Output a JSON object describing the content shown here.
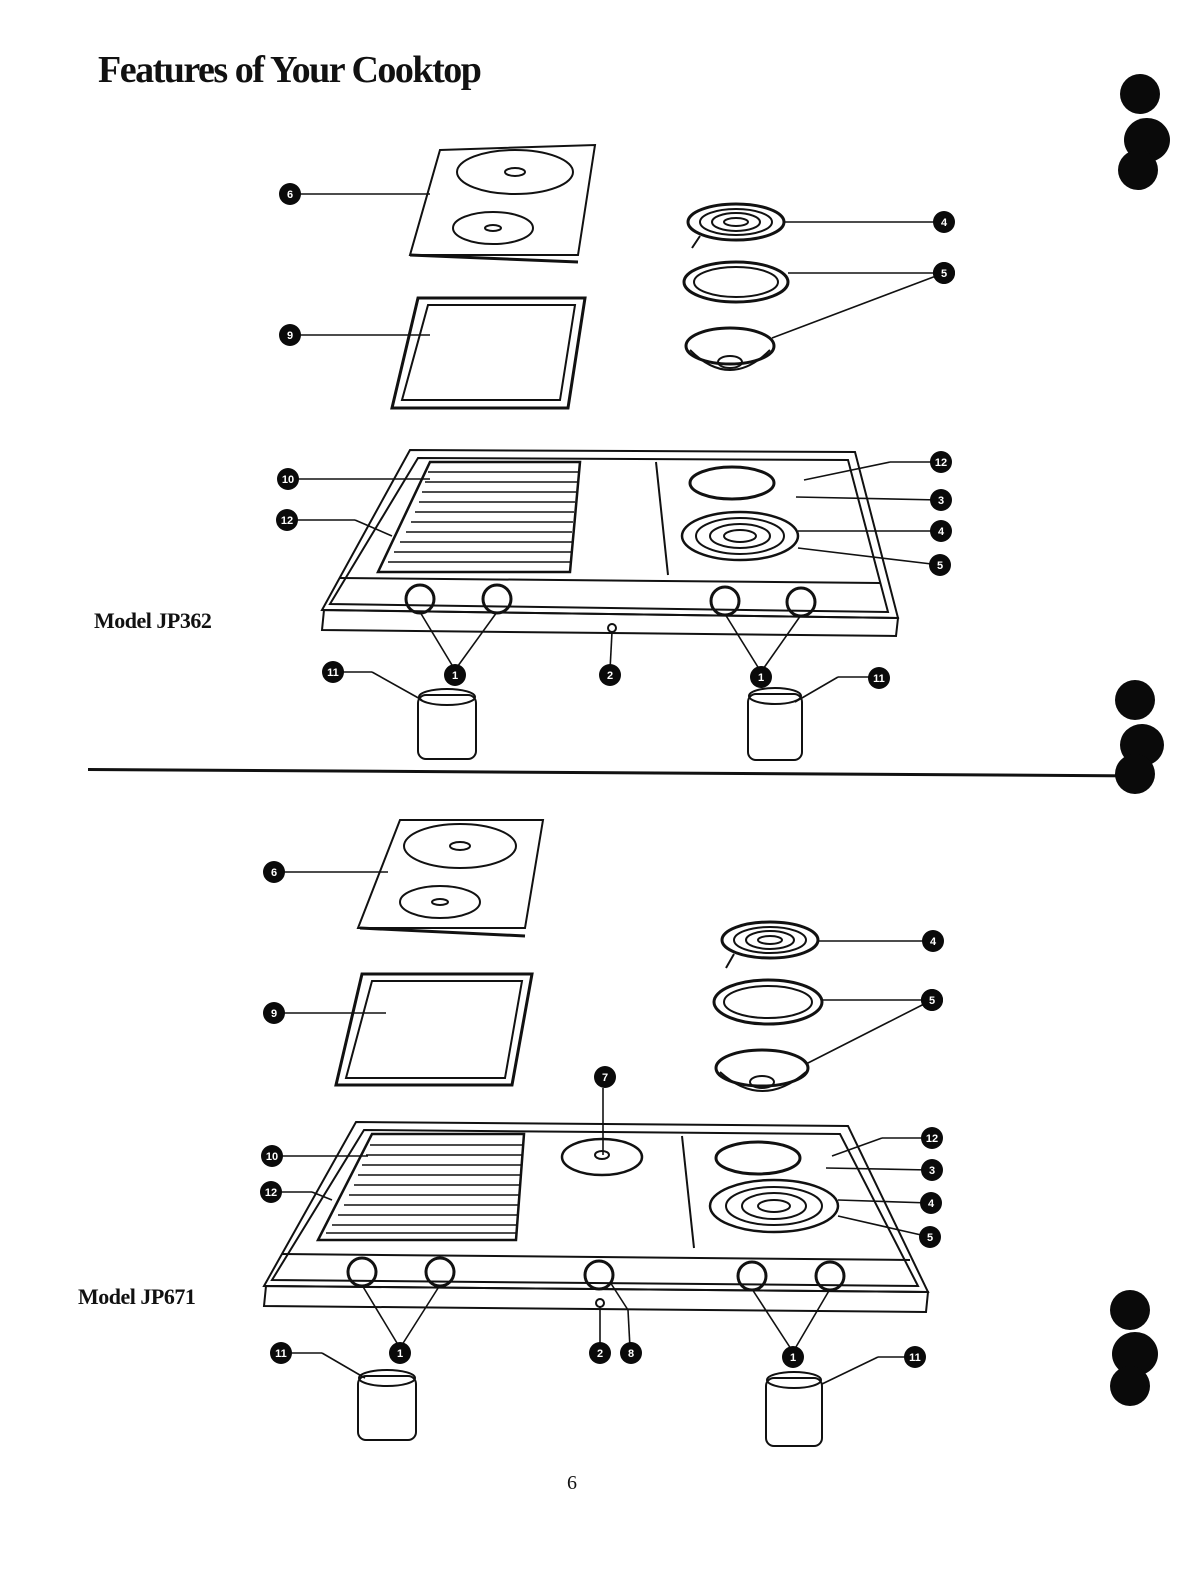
{
  "page": {
    "title": "Features of Your Cooktop",
    "page_number": "6"
  },
  "models": [
    {
      "label": "Model JP362",
      "callouts": [
        "6",
        "9",
        "4",
        "5",
        "5",
        "10",
        "12",
        "12",
        "3",
        "4",
        "5",
        "1",
        "2",
        "1",
        "11",
        "11"
      ]
    },
    {
      "label": "Model JP671",
      "callouts": [
        "6",
        "9",
        "4",
        "5",
        "5",
        "7",
        "10",
        "12",
        "12",
        "3",
        "4",
        "5",
        "1",
        "2",
        "8",
        "1",
        "11",
        "11"
      ]
    }
  ],
  "icons": {
    "binder_holes": "binder-hole-icon"
  }
}
